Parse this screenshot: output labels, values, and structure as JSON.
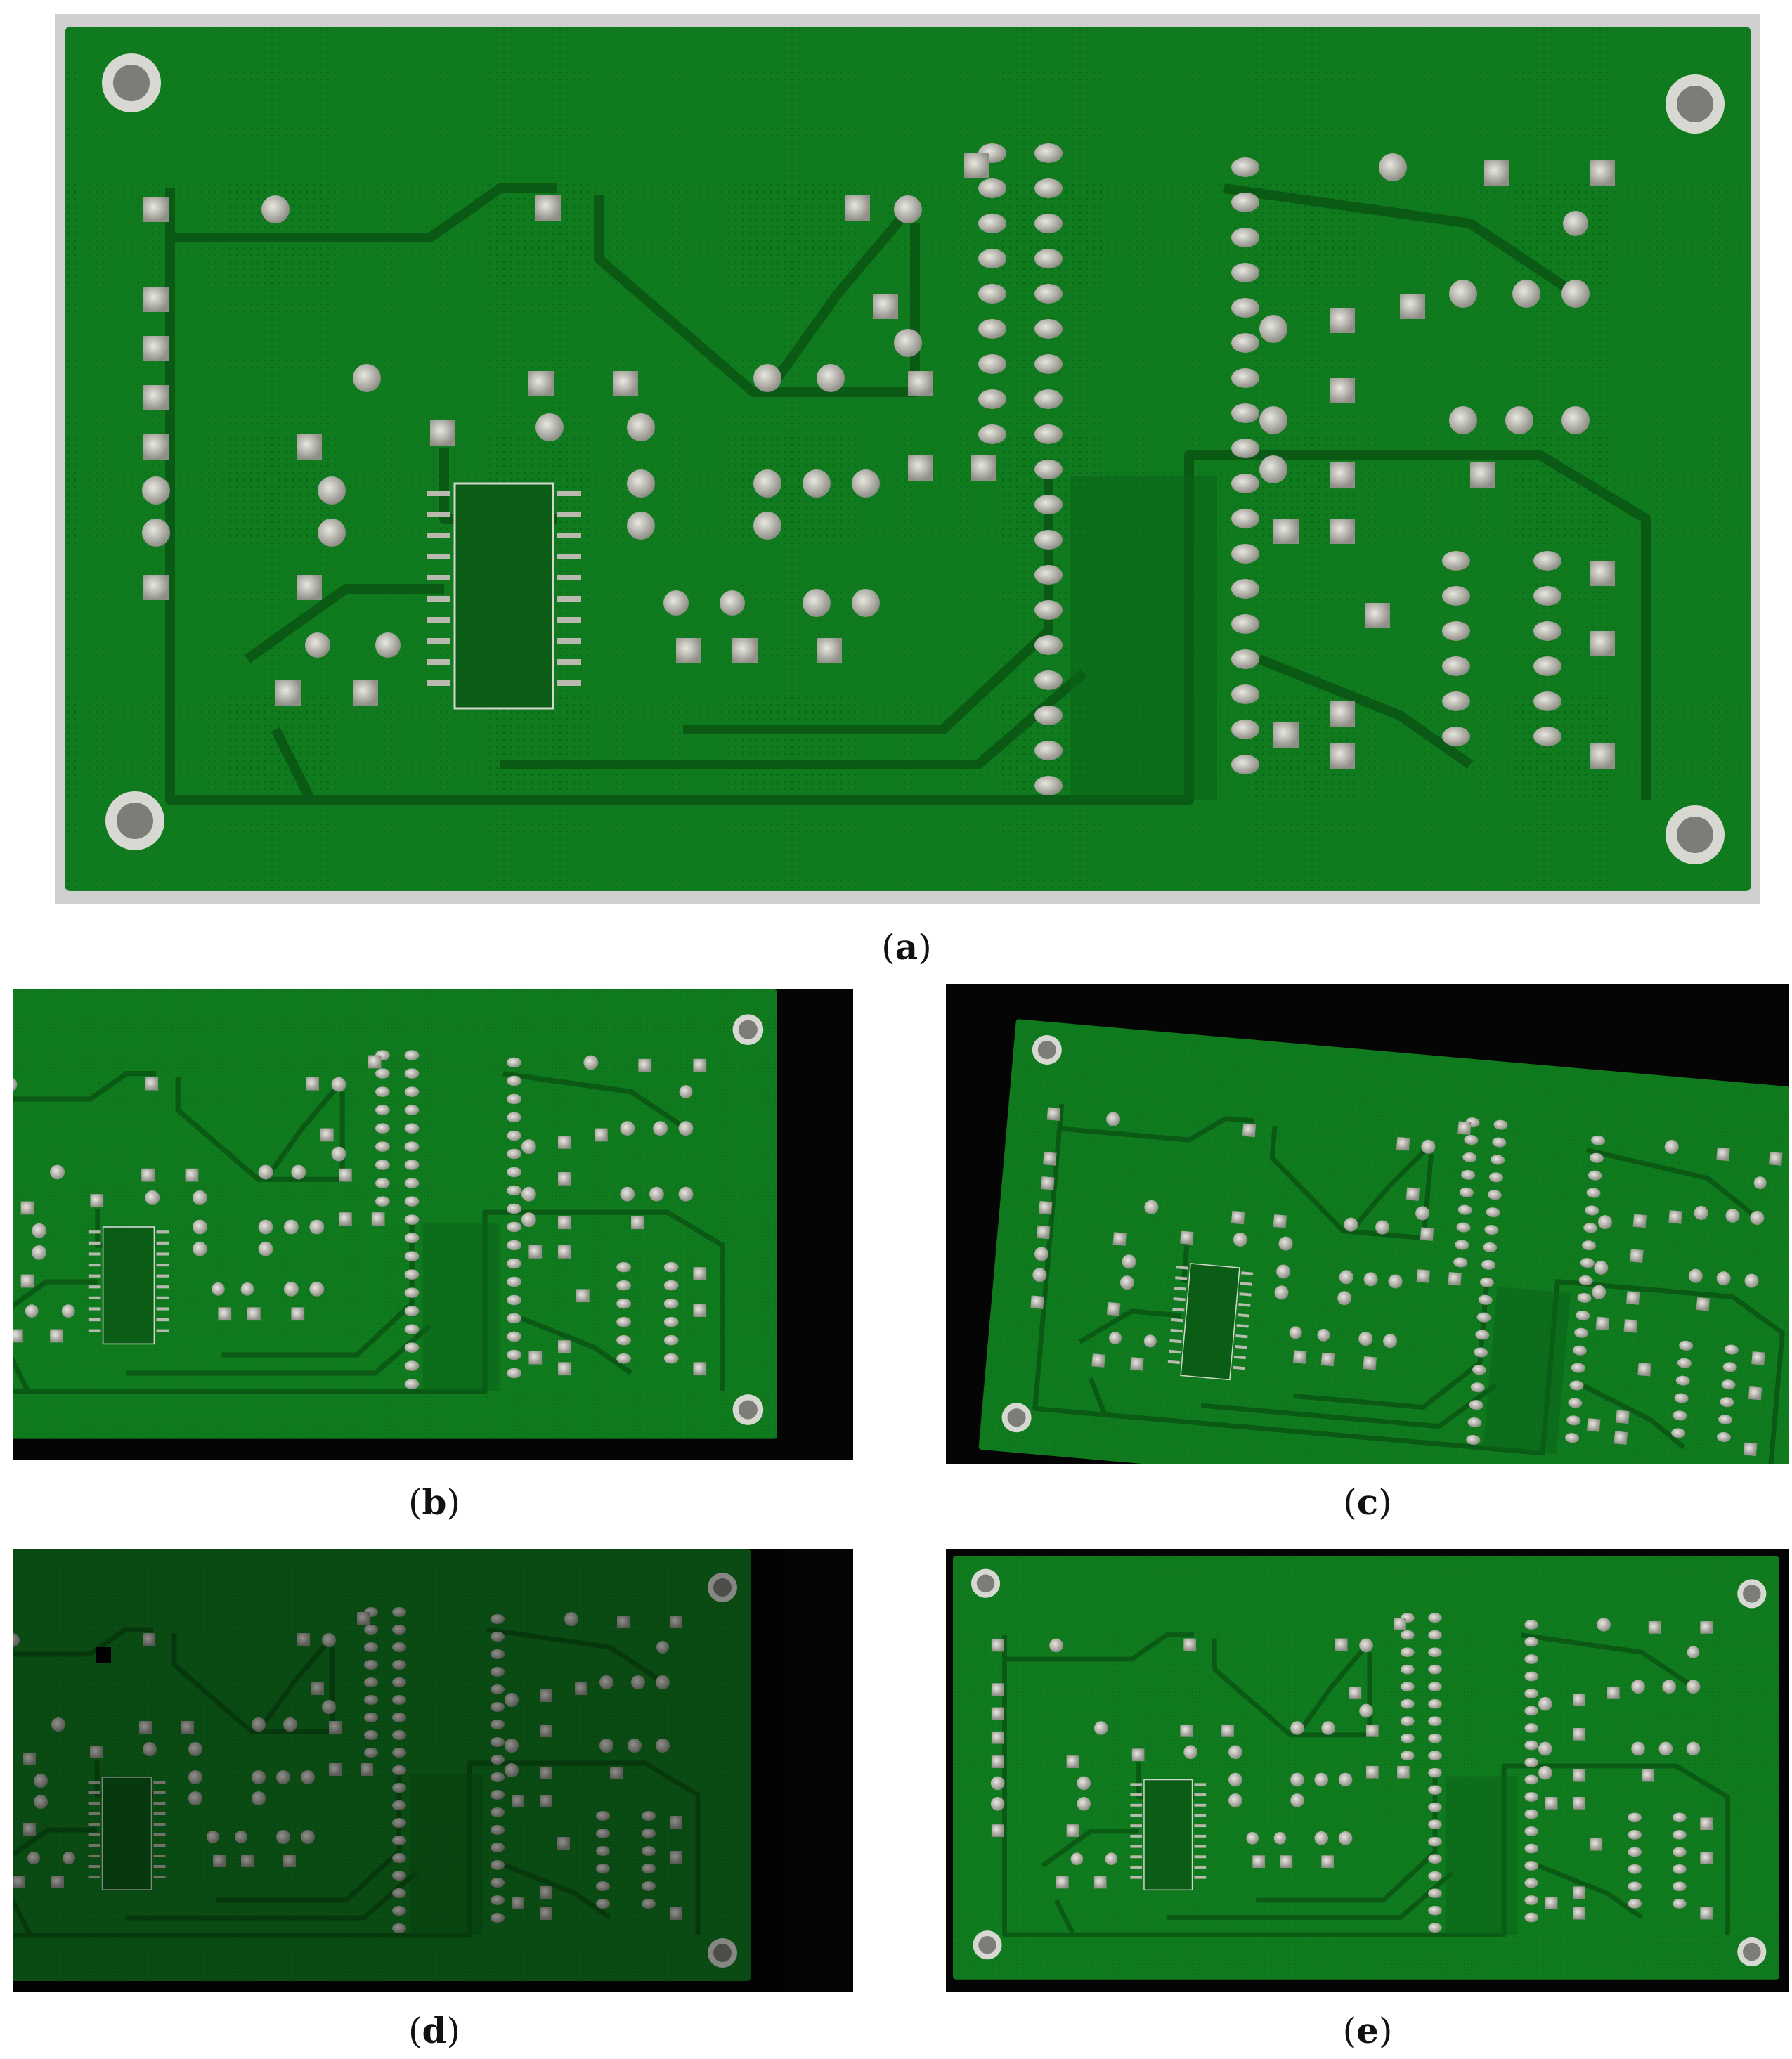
{
  "figure": {
    "panels": [
      {
        "id": "a",
        "label_open": "(",
        "label": "a",
        "label_close": ")",
        "subject": "pcb-board-top-view"
      },
      {
        "id": "b",
        "label_open": "(",
        "label": "b",
        "label_close": ")",
        "subject": "pcb-board-shifted-crop"
      },
      {
        "id": "c",
        "label_open": "(",
        "label": "c",
        "label_close": ")",
        "subject": "pcb-board-rotated"
      },
      {
        "id": "d",
        "label_open": "(",
        "label": "d",
        "label_close": ")",
        "subject": "pcb-board-darkened-with-defect"
      },
      {
        "id": "e",
        "label_open": "(",
        "label": "e",
        "label_close": ")",
        "subject": "pcb-board-scaled"
      }
    ],
    "colors": {
      "board": "#0f7a1e",
      "board_dark": "#0a4f14",
      "trace": "#0c5d17",
      "pad": "#b9b9b0",
      "background_black": "#050505",
      "background_grey": "#cfcfcf"
    }
  }
}
